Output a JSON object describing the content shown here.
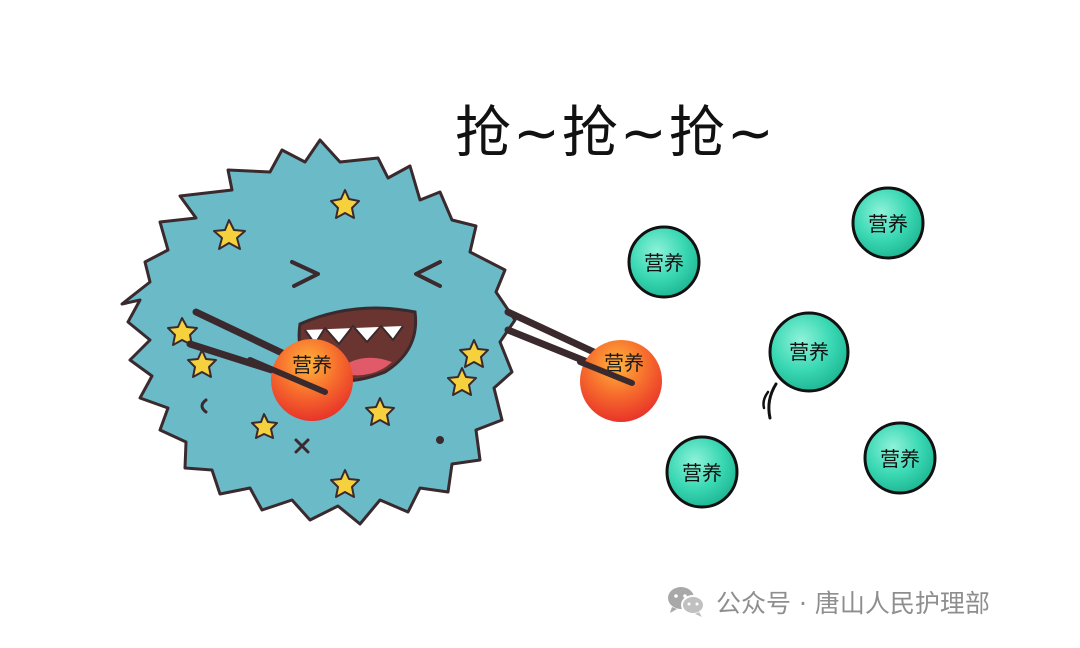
{
  "title": "抢~抢~抢~",
  "ball_label": "营养",
  "balls": {
    "in_mouth": "营养",
    "on_chopsticks": "营养",
    "floating_1": "营养",
    "floating_2": "营养",
    "floating_3": "营养",
    "floating_4": "营养",
    "floating_5": "营养"
  },
  "watermark": "公众号 · 唐山人民护理部",
  "icons": {
    "watermark": "wechat-icon"
  },
  "colors": {
    "germ_body": "#6bbac8",
    "outline": "#3a2a2e",
    "star": "#f6d13e",
    "nutrient_green": "#3ad8b4",
    "nutrient_red": "#f04a2c",
    "watermark": "#8e8e8e"
  }
}
